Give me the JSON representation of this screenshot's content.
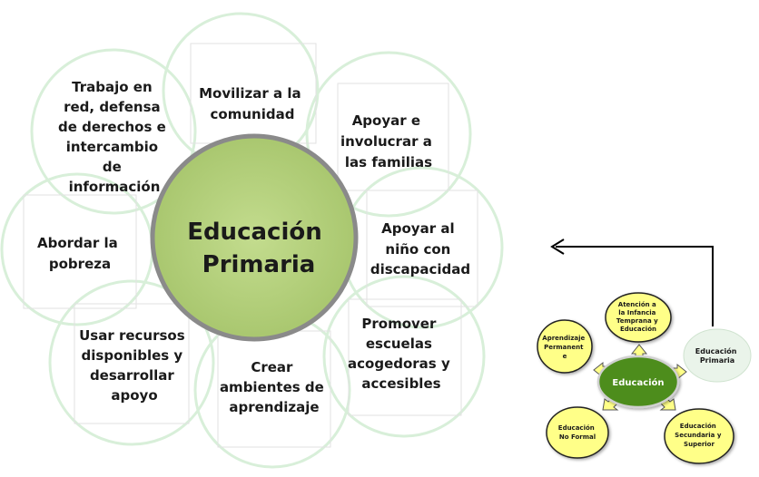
{
  "main_diagram": {
    "center": {
      "lines": [
        "Educación",
        "Primaria"
      ]
    },
    "petals": [
      {
        "id": "movilizar",
        "lines": [
          "Movilizar a la",
          "comunidad"
        ]
      },
      {
        "id": "familias",
        "lines": [
          "Apoyar e",
          "involucrar a",
          "las familias"
        ]
      },
      {
        "id": "discapacidad",
        "lines": [
          "Apoyar al",
          "niño con",
          "discapacidad"
        ]
      },
      {
        "id": "escuelas",
        "lines": [
          "Promover",
          "escuelas",
          "acogedoras y",
          "accesibles"
        ]
      },
      {
        "id": "ambientes",
        "lines": [
          "Crear",
          "ambientes de",
          "aprendizaje"
        ]
      },
      {
        "id": "recursos",
        "lines": [
          "Usar recursos",
          "disponibles y",
          "desarrollar",
          "apoyo"
        ]
      },
      {
        "id": "pobreza",
        "lines": [
          "Abordar la",
          "pobreza"
        ]
      },
      {
        "id": "red",
        "lines": [
          "Trabajo en",
          "red, defensa",
          "de derechos e",
          "intercambio",
          "de",
          "información"
        ]
      }
    ]
  },
  "mini_diagram": {
    "center": {
      "label": "Educación"
    },
    "satellites": [
      {
        "id": "temprana",
        "lines": [
          "Atención a",
          "la Infancia",
          "Temprana y",
          "Educación"
        ]
      },
      {
        "id": "permanente",
        "lines": [
          "Aprendizaje",
          "Permanent",
          "e"
        ]
      },
      {
        "id": "noformal",
        "lines": [
          "Educación",
          "No Formal"
        ]
      },
      {
        "id": "secundaria",
        "lines": [
          "Educación",
          "Secundaria y",
          "Superior"
        ]
      }
    ],
    "target": {
      "lines": [
        "Educación",
        "Primaria"
      ]
    }
  },
  "colors": {
    "petal_stroke": "#d8efd9",
    "center_fill": "#b2cd7a",
    "center_stroke": "#8a8a8a",
    "mini_center_fill": "#4e8d1e",
    "mini_satellite_fill": "#ffff88",
    "mini_target_fill": "#eaf4ea",
    "arrow": "#000000",
    "text": "#1a1a1a"
  }
}
